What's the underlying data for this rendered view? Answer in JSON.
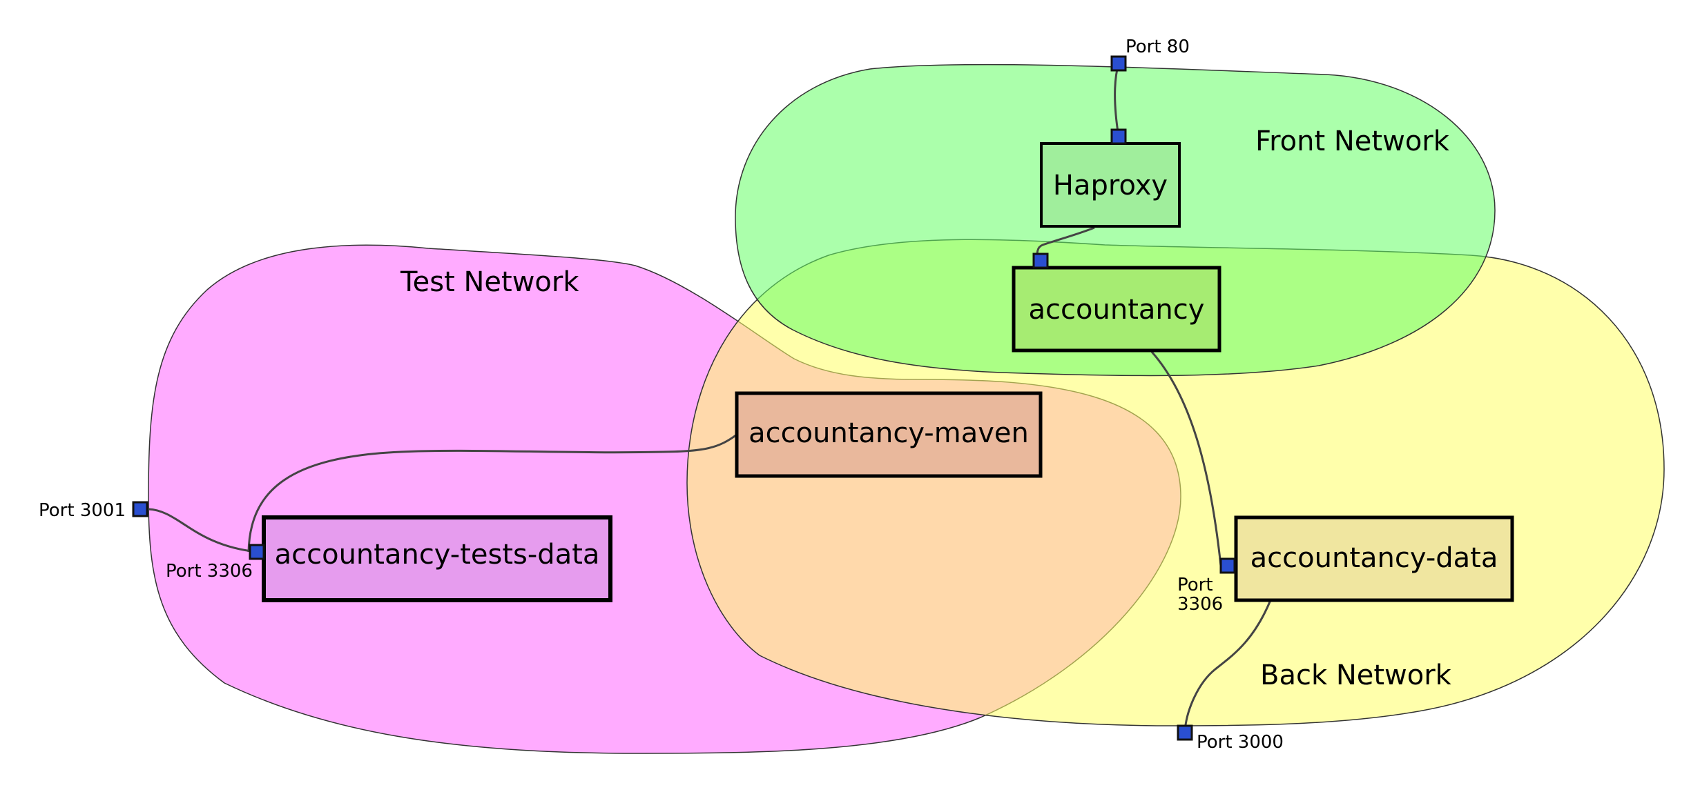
{
  "networks": {
    "front": {
      "label": "Front Network",
      "color": "#66ff66"
    },
    "back": {
      "label": "Back Network",
      "color": "#ffff66"
    },
    "test": {
      "label": "Test Network",
      "color": "#ff66ff"
    }
  },
  "nodes": {
    "haproxy": {
      "label": "Haproxy",
      "color": "#a0ee9c"
    },
    "accountancy": {
      "label": "accountancy",
      "color": "#a6ec72"
    },
    "maven": {
      "label": "accountancy-maven",
      "color": "#e9b89c"
    },
    "tests_data": {
      "label": "accountancy-tests-data",
      "color": "#e69cee"
    },
    "data": {
      "label": "accountancy-data",
      "color": "#f0e6a0"
    }
  },
  "ports": {
    "p80": "Port 80",
    "p3001": "Port 3001",
    "p3306_tests": "Port 3306",
    "p3306_data_line1": "Port",
    "p3306_data_line2": "3306",
    "p3000": "Port 3000"
  },
  "colors": {
    "port_fill": "#2a4fd0",
    "link": "#444444"
  }
}
